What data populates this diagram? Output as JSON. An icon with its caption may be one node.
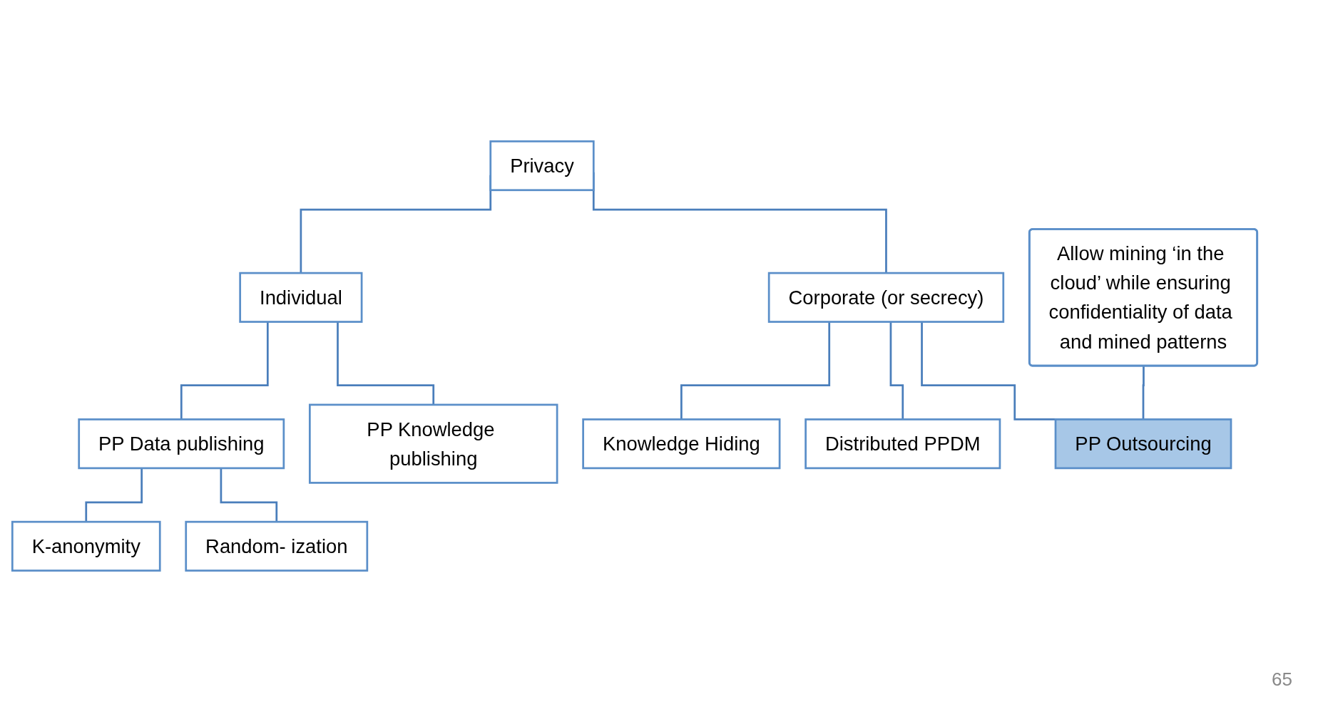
{
  "diagram": {
    "nodes": [
      {
        "text": [
          "Privacy"
        ]
      },
      {
        "text": [
          "Individual"
        ]
      },
      {
        "text": [
          "Corporate (or secrecy)"
        ]
      },
      {
        "text": [
          "PP Data publishing"
        ]
      },
      {
        "text": [
          "PP Knowledge publishing"
        ]
      },
      {
        "text": [
          "Knowledge Hiding"
        ]
      },
      {
        "text": [
          "Distributed PPDM"
        ]
      },
      {
        "text": [
          "PP Outsourcing"
        ]
      },
      {
        "text": [
          "K-anonymity"
        ]
      },
      {
        "text": [
          "Random- ization"
        ]
      },
      {
        "text": [
          "Allow mining ‘in the cloud’ while ensuring confidentiality of data and mined patterns"
        ]
      }
    ],
    "edges": [
      {
        "from": 0,
        "to": 1,
        "arrow": "none"
      },
      {
        "from": 0,
        "to": 2,
        "arrow": "none"
      },
      {
        "from": 1,
        "to": 3,
        "arrow": "none"
      },
      {
        "from": 1,
        "to": 4,
        "arrow": "none"
      },
      {
        "from": 2,
        "to": 5,
        "arrow": "none"
      },
      {
        "from": 2,
        "to": 6,
        "arrow": "none"
      },
      {
        "from": 2,
        "to": 7,
        "arrow": "none"
      },
      {
        "from": 3,
        "to": 8,
        "arrow": "none"
      },
      {
        "from": 3,
        "to": 9,
        "arrow": "none"
      },
      {
        "from": 10,
        "to": 7,
        "arrow": "none"
      }
    ],
    "labels": [
      "65"
    ]
  }
}
